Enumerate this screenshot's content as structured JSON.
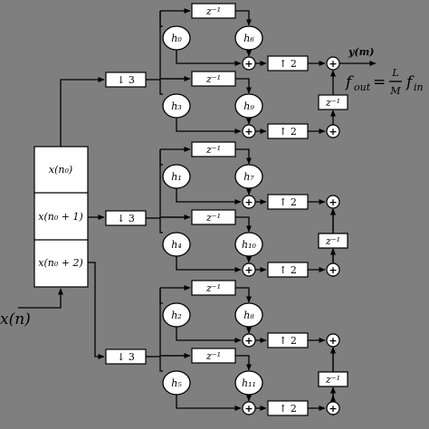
{
  "input": {
    "label": "x(n)"
  },
  "buffer": {
    "cells": [
      "x(n₀)",
      "x(n₀ + 1)",
      "x(n₀ + 2)"
    ]
  },
  "downsample_label": "↓ 3",
  "upsample_label": "↑ 2",
  "delay_label": "z⁻¹",
  "sum_symbol": "+",
  "output": {
    "label": "y(m)",
    "rate_lhs": "f",
    "rate_lhs_sub": "out",
    "rate_eq": "=",
    "rate_num": "L",
    "rate_den": "M",
    "rate_rhs": "f",
    "rate_rhs_sub": "in"
  },
  "subfilters": [
    [
      "h₀",
      "h₆",
      "h₃",
      "h₉"
    ],
    [
      "h₁",
      "h₇",
      "h₄",
      "h₁₀"
    ],
    [
      "h₂",
      "h₈",
      "h₅",
      "h₁₁"
    ]
  ]
}
